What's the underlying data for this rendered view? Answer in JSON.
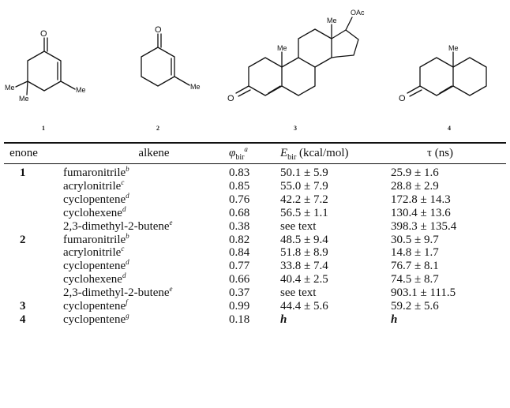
{
  "structures": [
    {
      "label": "1",
      "substituents": [
        "O",
        "Me",
        "Me",
        "Me"
      ]
    },
    {
      "label": "2",
      "substituents": [
        "O",
        "Me"
      ]
    },
    {
      "label": "3",
      "substituents": [
        "O",
        "Me",
        "Me",
        "OAc"
      ]
    },
    {
      "label": "4",
      "substituents": [
        "O",
        "Me"
      ]
    }
  ],
  "table": {
    "headers": {
      "enone": "enone",
      "alkene": "alkene",
      "phi_main": "φ",
      "phi_sub": "bir",
      "phi_note": "a",
      "e_main": "E",
      "e_sub": "bir",
      "e_unit": " (kcal/mol)",
      "tau": "τ (ns)"
    },
    "rows": [
      {
        "enone": "1",
        "alkene": "fumaronitrile",
        "note": "b",
        "phi": "0.83",
        "e": "50.1 ± 5.9",
        "tau": "25.9 ± 1.6"
      },
      {
        "enone": "",
        "alkene": "acrylonitrile",
        "note": "c",
        "phi": "0.85",
        "e": "55.0 ± 7.9",
        "tau": "28.8 ± 2.9"
      },
      {
        "enone": "",
        "alkene": "cyclopentene",
        "note": "d",
        "phi": "0.76",
        "e": "42.2 ± 7.2",
        "tau": "172.8 ± 14.3"
      },
      {
        "enone": "",
        "alkene": "cyclohexene",
        "note": "d",
        "phi": "0.68",
        "e": "56.5 ± 1.1",
        "tau": "130.4 ± 13.6"
      },
      {
        "enone": "",
        "alkene": "2,3-dimethyl-2-butene",
        "note": "e",
        "phi": "0.38",
        "e": "see text",
        "tau": "398.3 ± 135.4"
      },
      {
        "enone": "2",
        "alkene": "fumaronitrile",
        "note": "b",
        "phi": "0.82",
        "e": "48.5 ± 9.4",
        "tau": "30.5 ± 9.7"
      },
      {
        "enone": "",
        "alkene": "acrylonitrile",
        "note": "c",
        "phi": "0.84",
        "e": "51.8 ± 8.9",
        "tau": "14.8 ± 1.7"
      },
      {
        "enone": "",
        "alkene": "cyclopentene",
        "note": "d",
        "phi": "0.77",
        "e": "33.8 ± 7.4",
        "tau": "76.7 ± 8.1"
      },
      {
        "enone": "",
        "alkene": "cyclohexene",
        "note": "d",
        "phi": "0.66",
        "e": "40.4 ± 2.5",
        "tau": "74.5 ± 8.7"
      },
      {
        "enone": "",
        "alkene": "2,3-dimethyl-2-butene",
        "note": "e",
        "phi": "0.37",
        "e": "see text",
        "tau": "903.1 ± 111.5"
      },
      {
        "enone": "3",
        "alkene": "cyclopentene",
        "note": "f",
        "phi": "0.99",
        "e": "44.4 ± 5.6",
        "tau": "59.2 ± 5.6"
      },
      {
        "enone": "4",
        "alkene": "cyclopentene",
        "note": "g",
        "phi": "0.18",
        "e": "h",
        "tau": "h"
      }
    ]
  }
}
